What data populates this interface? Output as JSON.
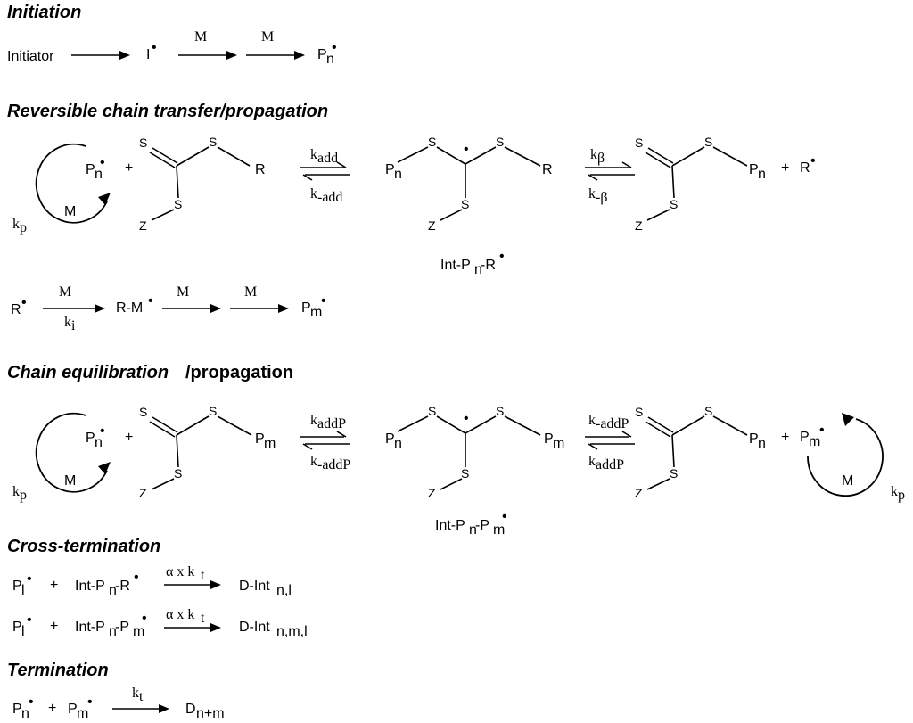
{
  "headings": {
    "initiation": "Initiation",
    "rct": "Reversible chain transfer/propagation",
    "ce_italic": "Chain equilibration",
    "ce_normal": "/propagation",
    "cross": "Cross-termination",
    "termination": "Termination"
  },
  "initiation": {
    "initiator": "Initiator",
    "I": "I",
    "M1": "M",
    "M2": "M",
    "P": "P",
    "n": "n"
  },
  "atoms": {
    "S": "S",
    "Z": "Z",
    "R": "R",
    "P": "P",
    "n": "n",
    "m": "m",
    "M": "M",
    "plus": "+",
    "dot": "•"
  },
  "rates": {
    "k": "k",
    "p": "p",
    "add": "add",
    "neg_add": "-add",
    "beta": "β",
    "neg_beta": "-β",
    "i": "i",
    "addP": "addP",
    "neg_addP": "-addP",
    "t": "t",
    "alpha_x": "α x k"
  },
  "labels": {
    "int_rct_a": "Int-P",
    "int_rct_b": "-R",
    "int_ce_a": "Int-P",
    "int_ce_b": "-P",
    "RM": "R-M"
  },
  "cross": {
    "Pl": "P",
    "l": "l",
    "int1_a": "Int-P",
    "int1_b": "-R",
    "int2_a": "Int-P",
    "int2_b": "-P",
    "D": "D-Int",
    "sub1": "n,l",
    "sub2": "n,m,l"
  },
  "termination": {
    "D": "D",
    "sub": "n+m"
  }
}
